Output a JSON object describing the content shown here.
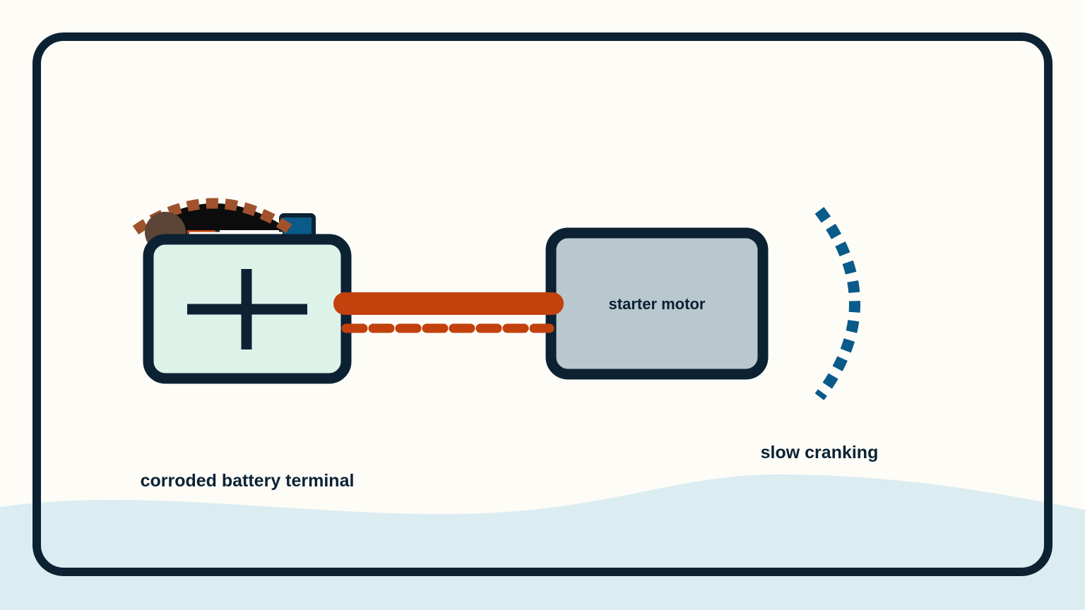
{
  "labels": {
    "battery_caption": "corroded battery terminal",
    "motor_label": "starter motor",
    "cranking_caption": "slow cranking"
  },
  "colors": {
    "background": "#fdfcf7",
    "frame": "#0c2233",
    "wave": "#dcedf1",
    "battery_fill": "#ddf3ea",
    "motor_fill": "#b9c7ce",
    "cable": "#c2410c",
    "corrosion": "#a0522d",
    "corrosion_blob": "#5c4436",
    "negative_terminal": "#0a5a8a",
    "crank_marks": "#0a5a8a"
  },
  "icons": [
    "battery-plus-icon",
    "corrosion-icon",
    "crank-arc-icon"
  ]
}
